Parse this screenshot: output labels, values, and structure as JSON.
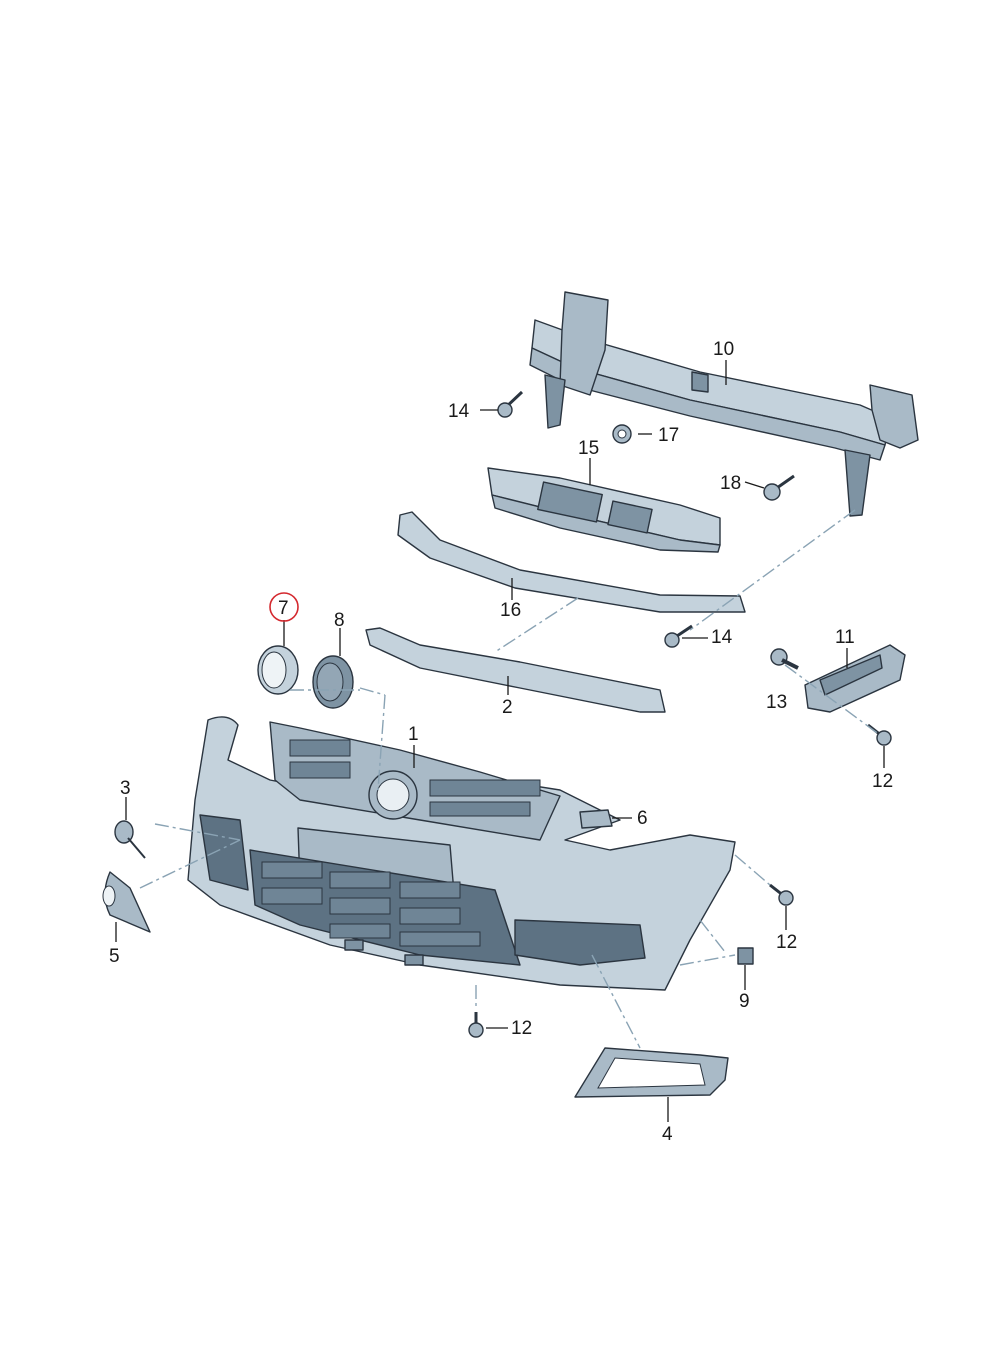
{
  "colors": {
    "highlight": "#d4282e",
    "part_fill": "#b3c3cf",
    "line": "#1a1a1a",
    "dash": "#8aa3b4"
  },
  "highlighted_part": "7",
  "callouts": {
    "c1": "1",
    "c2": "2",
    "c3": "3",
    "c4": "4",
    "c5": "5",
    "c6": "6",
    "c7": "7",
    "c8": "8",
    "c9": "9",
    "c10": "10",
    "c11": "11",
    "c12a": "12",
    "c12b": "12",
    "c12c": "12",
    "c13": "13",
    "c14a": "14",
    "c14b": "14",
    "c15": "15",
    "c16": "16",
    "c17": "17",
    "c18": "18"
  }
}
